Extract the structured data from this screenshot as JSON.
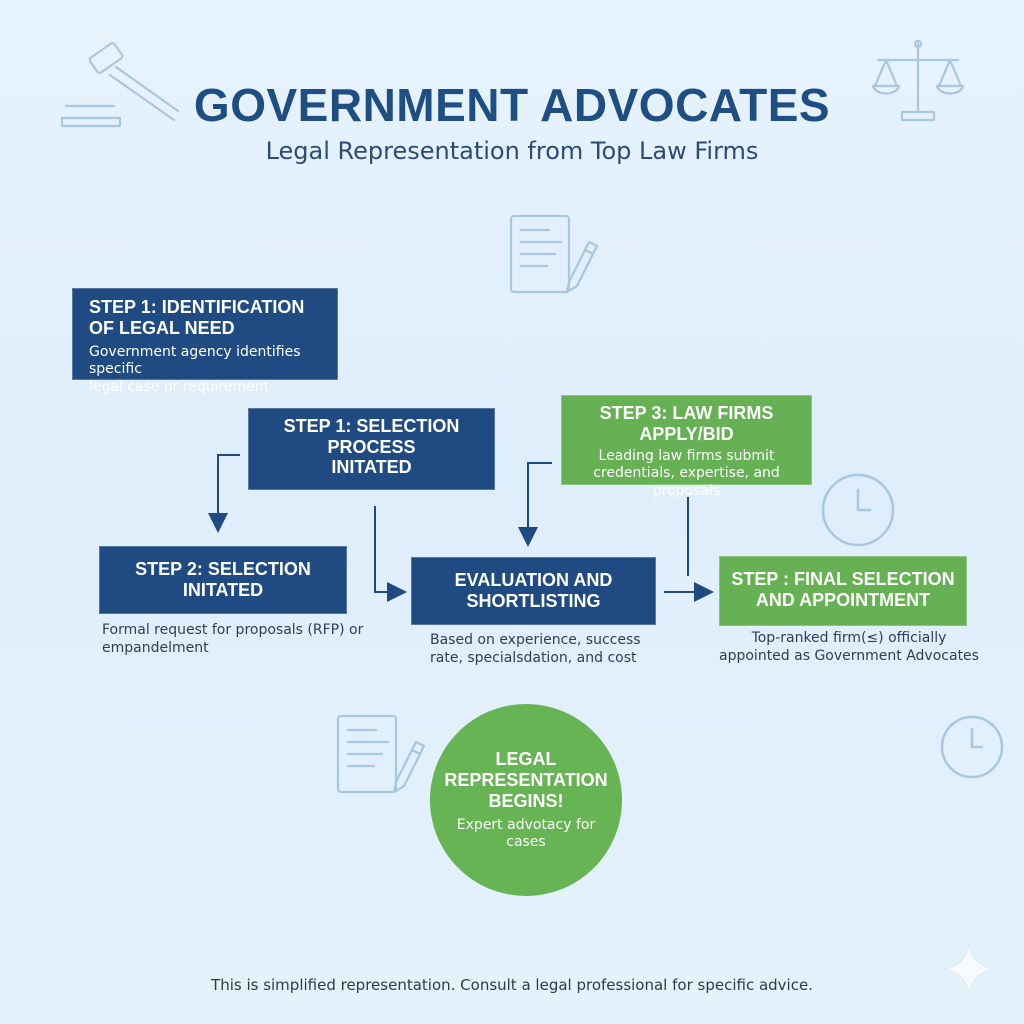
{
  "header": {
    "title": "GOVERNMENT ADVOCATES",
    "subtitle": "Legal Representation from Top Law Firms"
  },
  "steps": {
    "step1": {
      "title": "STEP 1: IDENTIFICATION\nOF LEGAL NEED",
      "description": "Government agency identifies specific\nlegal case or requirement"
    },
    "selection_process": {
      "title": "STEP 1: SELECTION\nPROCESS\nINITATED"
    },
    "step3": {
      "title": "STEP 3: LAW FIRMS\nAPPLY/BID",
      "description": "Leading law firms submit\ncredentials, expertise, and proposals"
    },
    "step2": {
      "title": "STEP 2: SELECTION\nINITATED",
      "below": "Formal request for proposals (RFP) or\nempandelment"
    },
    "evaluation": {
      "title": "EVALUATION AND\nSHORTLISTING",
      "below": "Based on experience, success\nrate, specialsdation, and cost"
    },
    "final": {
      "title": "STEP : FINAL SELECTION\nAND APPOINTMENT",
      "below": "Top-ranked firm(≤) officially\nappointed as Government Advocates"
    }
  },
  "outcome": {
    "title": "LEGAL\nREPRESENTATION\nBEGINS!",
    "description": "Expert advotacy for\ncases"
  },
  "footer": {
    "text": "This is simplified representation. Consult a legal professional for specific advice."
  },
  "colors": {
    "background": "#e4f2fc",
    "blue": "#1f4b82",
    "green": "#65b153",
    "title": "#1f4f82",
    "icon": "#a8c8e1",
    "connector": "#1f4b82"
  },
  "icons": {
    "gavel": "gavel-icon",
    "scales": "scales-icon",
    "document_top": "document-pen-icon",
    "document_bottom": "document-pen-icon",
    "clock_right": "clock-icon",
    "clock_bottom": "clock-icon",
    "sparkle": "sparkle-icon"
  }
}
